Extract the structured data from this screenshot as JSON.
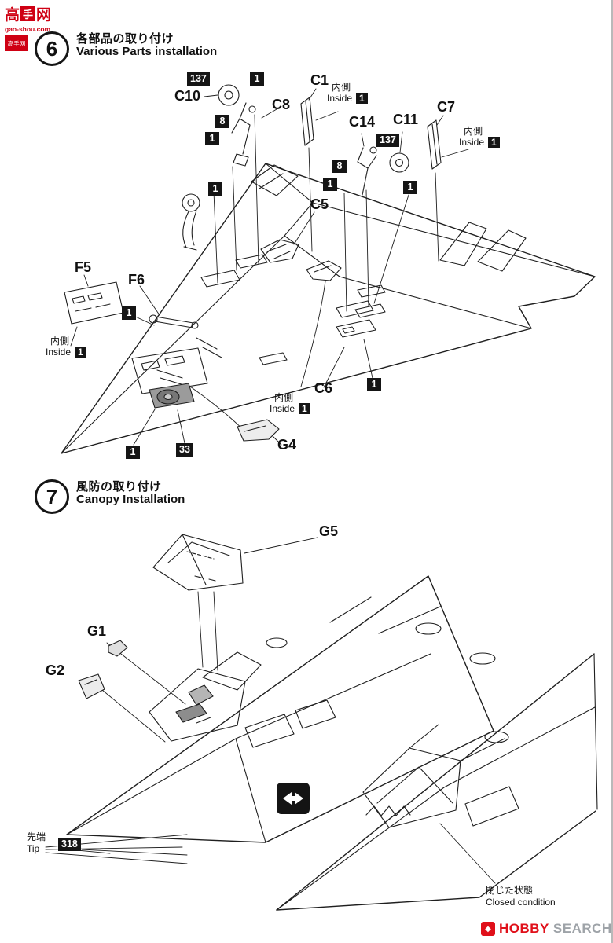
{
  "watermark": {
    "c1": "高",
    "c2": "手",
    "c3": "网",
    "domain": "gao-shou.com",
    "block": "高手网"
  },
  "common": {
    "inside_jp": "内側",
    "inside_en": "Inside"
  },
  "badges": {
    "b1": "1",
    "b8": "8",
    "b33": "33",
    "b137": "137",
    "b318": "318"
  },
  "step6": {
    "number": "6",
    "title_jp": "各部品の取り付け",
    "title_en": "Various Parts installation",
    "parts": {
      "c10": "C10",
      "c8": "C8",
      "c1": "C1",
      "c7": "C7",
      "c14": "C14",
      "c11": "C11",
      "c5": "C5",
      "f5": "F5",
      "f6": "F6",
      "c6": "C6",
      "g4": "G4"
    }
  },
  "step7": {
    "number": "7",
    "title_jp": "風防の取り付け",
    "title_en": "Canopy Installation",
    "parts": {
      "g5": "G5",
      "g1": "G1",
      "g2": "G2"
    },
    "tip_jp": "先端",
    "tip_en": "Tip",
    "closed_jp": "閉じた状態",
    "closed_en": "Closed condition"
  },
  "footer": {
    "brand_a": "HOBBY",
    "brand_b": "SEARCH"
  }
}
